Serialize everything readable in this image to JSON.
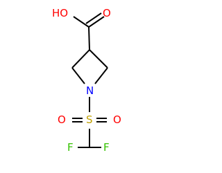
{
  "molecule": {
    "atoms": {
      "hydroxyl": {
        "label": "HO",
        "color": "#ff0000"
      },
      "carbonyl_oxygen": {
        "label": "O",
        "color": "#ff0000"
      },
      "nitrogen": {
        "label": "N",
        "color": "#0000ff"
      },
      "sulfur": {
        "label": "S",
        "color": "#c0a000"
      },
      "sulfonyl_oxygen_left": {
        "label": "O",
        "color": "#ff0000"
      },
      "sulfonyl_oxygen_right": {
        "label": "O",
        "color": "#ff0000"
      },
      "fluorine_left": {
        "label": "F",
        "color": "#34c100"
      },
      "fluorine_right": {
        "label": "F",
        "color": "#34c100"
      }
    },
    "bond_color": "#000000"
  }
}
